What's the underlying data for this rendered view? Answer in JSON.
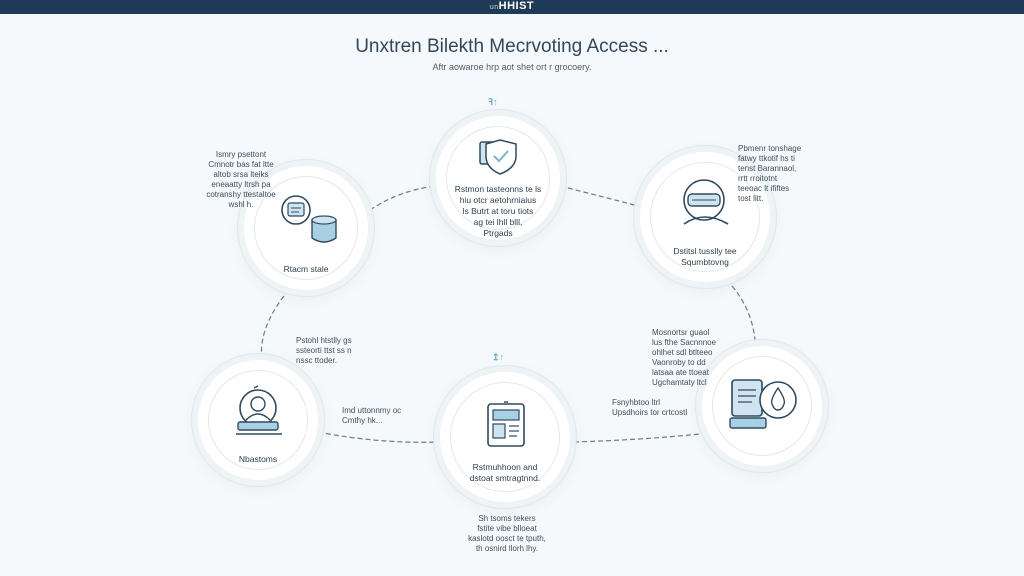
{
  "header": {
    "brand": "HHIST",
    "brand_prefix": "un"
  },
  "title": "Unxtren Bilekth Mecrvoting Access ...",
  "subtitle": "Aftr aowaroe hrp aot shet ort r grocoery.",
  "colors": {
    "topbar": "#1f3b57",
    "accent": "#7bb3cf",
    "icon_stroke": "#2f4a60",
    "connector": "#5d7f99"
  },
  "nodes": [
    {
      "id": "top",
      "icon": "shield-monitor-icon",
      "label": [
        "Rstmon tasteonns te ls",
        "hiu otcr aetohrniaius",
        "ls Butrt at toru tiots",
        "ag tei lhll blll,",
        "Ptrgads"
      ]
    },
    {
      "id": "left",
      "icon": "document-scanner-icon",
      "label": [
        "Rtacm stale"
      ]
    },
    {
      "id": "right",
      "icon": "user-headset-icon",
      "label": [
        "Dstitsl tusslly tee",
        "Squmbtovng"
      ]
    },
    {
      "id": "bottom-left",
      "icon": "person-workstation-icon",
      "label": [
        "Nbastoms"
      ]
    },
    {
      "id": "bottom-center",
      "icon": "device-panel-icon",
      "label": [
        "Rstmuhhoon and",
        "dstoat smtragtnnd."
      ]
    },
    {
      "id": "bottom-right",
      "icon": "card-droplet-icon",
      "label": []
    }
  ],
  "notes": {
    "top_left": [
      "Ismry psettont",
      "Cmnotr bas fat ltte",
      "altob srsa lteiks",
      "eneaatty ltrsh pa",
      "cotranshy ttestaltoe",
      "wshl h."
    ],
    "top_right": [
      "Pbmenr tonshage",
      "fatwy ttkotif hs ti",
      "tenst Barannaol,",
      "rrtt rroitotnt",
      "teeoac lt ififtes",
      "tost litt."
    ],
    "mid_left": [
      "Pstohl htstlly gs",
      "ssteorti ttst ss n",
      "nssc ttoder."
    ],
    "bottom_left_side": [
      "Imd uttonnmy oc",
      "Cmthy hk..."
    ],
    "bottom_right_side": [
      "Fsnyhbtoo ltrl",
      "Upsdhoirs tor crtcostl"
    ],
    "mid_right": [
      "Mosnortsr guaol",
      "lus fthe Sacnnnoe",
      "ohlhet sdl btlteeo",
      "Vaonroby to dd",
      "latsaa ate ttoeat",
      "Ugchamtaty ltcl"
    ],
    "bottom": [
      "Sh tsoms tekers",
      "fstite vibe blloeat",
      "kaslotd oosct te tputh,",
      "th osnird llorh lhy."
    ]
  },
  "tags": {
    "top": "ꟻ↑",
    "bottom": "↥↑"
  }
}
